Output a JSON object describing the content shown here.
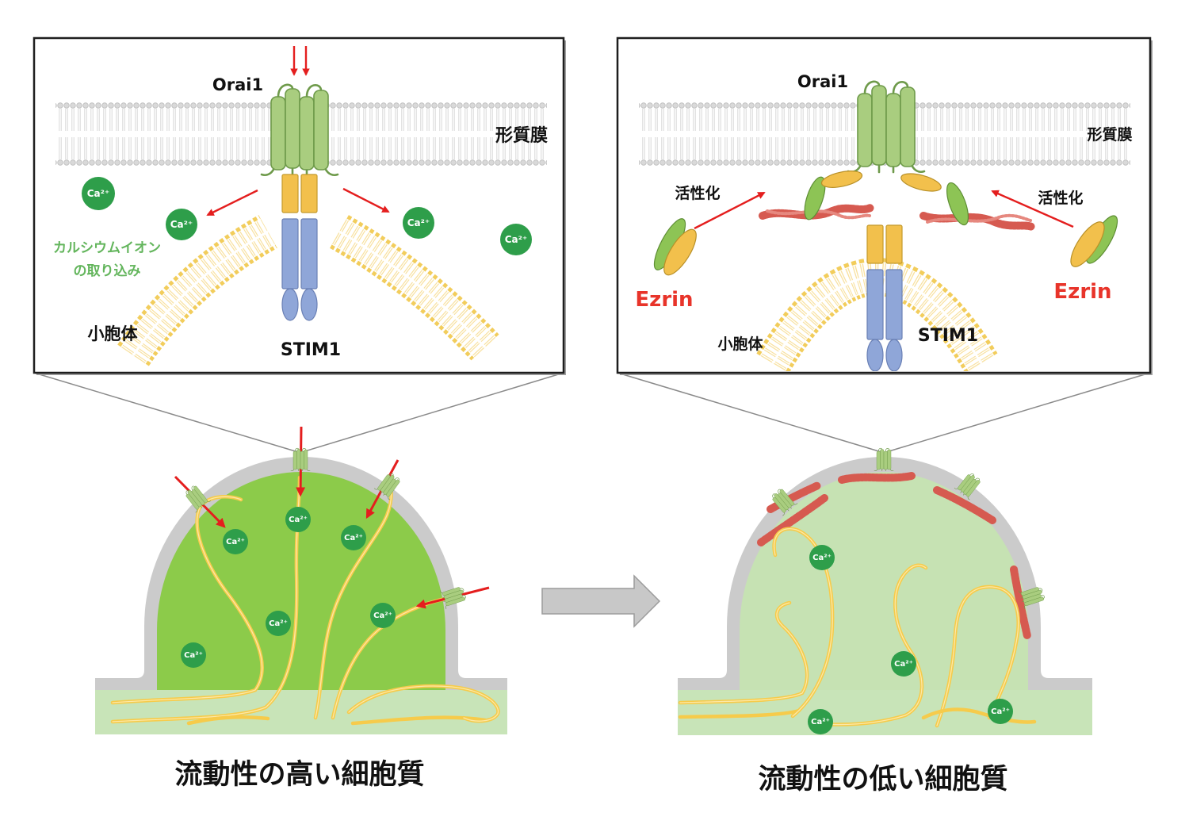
{
  "figure": {
    "left": {
      "inset": {
        "orai_label": "Orai1",
        "membrane_label": "形質膜",
        "uptake_label": [
          "カルシウムイオン",
          "の取り込み"
        ],
        "er_label": "小胞体",
        "stim_label": "STIM1",
        "ions": [
          "Ca²⁺",
          "Ca²⁺",
          "Ca²⁺",
          "Ca²⁺"
        ]
      },
      "cell": {
        "ions": [
          "Ca²⁺",
          "Ca²⁺",
          "Ca²⁺",
          "Ca²⁺",
          "Ca²⁺",
          "Ca²⁺"
        ],
        "caption": "流動性の高い細胞質"
      }
    },
    "right": {
      "inset": {
        "orai_label": "Orai1",
        "membrane_label": "形質膜",
        "activation_labels": [
          "活性化",
          "活性化"
        ],
        "ezrin_labels": [
          "Ezrin",
          "Ezrin"
        ],
        "er_label": "小胞体",
        "stim_label": "STIM1"
      },
      "cell": {
        "ions": [
          "Ca²⁺",
          "Ca²⁺",
          "Ca²⁺",
          "Ca²⁺"
        ],
        "caption": "流動性の低い細胞質"
      }
    }
  },
  "colors": {
    "high_fluidity_cytoplasm": "#8CCB4A",
    "low_fluidity_cytoplasm": "#C6E2B3",
    "base_layer": "#C8E4B8",
    "cell_membrane": "#CBCBCB",
    "calcium_ion": "#2E9E4A",
    "arrow": "#E41E1E",
    "ezrin_label": "#E8342A",
    "uptake_label": "#63B55C",
    "orai": "#A9CD7F",
    "stim_luminal": "#F2C04C",
    "stim_cytosolic": "#8FA6D8",
    "er_lipid": "#F2CD5C",
    "actin": "#D65A50",
    "microtubule": "#F6CB4B"
  }
}
